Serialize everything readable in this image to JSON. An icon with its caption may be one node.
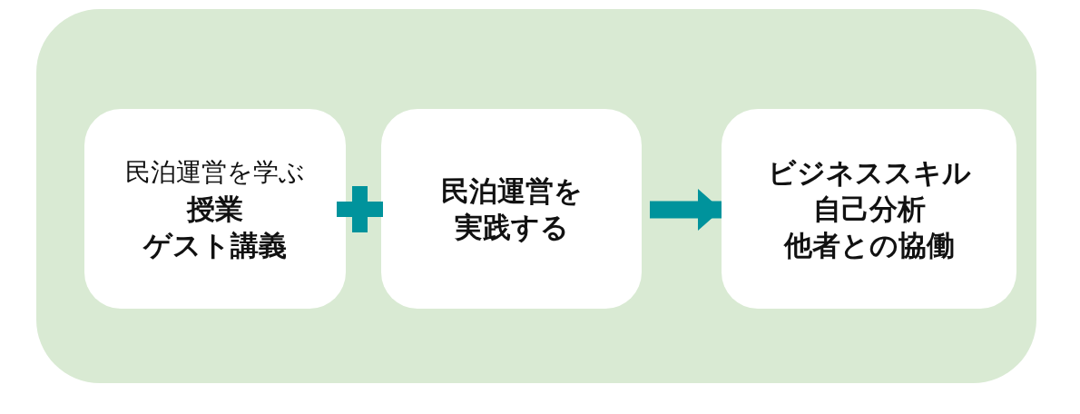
{
  "diagram": {
    "nodes": [
      {
        "text": [],
        "shape": "box"
      },
      {
        "text": [
          "民泊運営を学ぶ",
          "授業",
          "ゲスト講義"
        ],
        "in": 0
      },
      {
        "text": [
          "民泊運営を実践する"
        ],
        "in": 0
      },
      {
        "text": [
          "ビジネススキル",
          "自己分析",
          "他者との協働"
        ],
        "in": 0
      }
    ],
    "edges": [
      {
        "from": 2,
        "to": 3,
        "arrow": "to"
      }
    ]
  }
}
